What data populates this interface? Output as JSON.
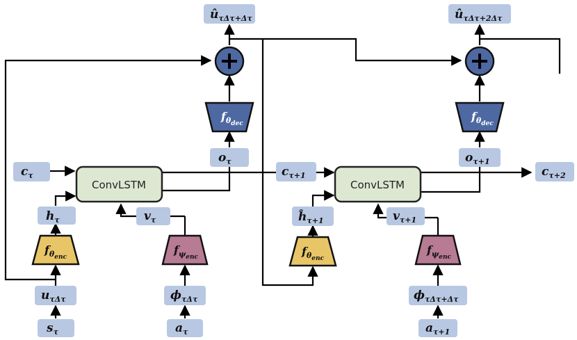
{
  "colors": {
    "label_box": "#b8c8e2",
    "convlstm": "#dde8d3",
    "dec": "#4e69a2",
    "enc_theta": "#e8c667",
    "enc_psi": "#b77b93",
    "plus": "#4e69a2",
    "line": "#000000"
  },
  "blocks": {
    "convlstm_1": "ConvLSTM",
    "convlstm_2": "ConvLSTM"
  },
  "labels": {
    "u_hat_top1": {
      "base": "û",
      "sub": "τΔτ+Δτ"
    },
    "u_hat_top2": {
      "base": "û",
      "sub": "τΔτ+2Δτ"
    },
    "c_tau": {
      "base": "c",
      "sub": "τ"
    },
    "c_tau1": {
      "base": "c",
      "sub": "τ+1"
    },
    "c_tau2": {
      "base": "c",
      "sub": "τ+2"
    },
    "o_tau": {
      "base": "o",
      "sub": "τ"
    },
    "o_tau1": {
      "base": "o",
      "sub": "τ+1"
    },
    "h_tau": {
      "base": "h",
      "sub": "τ"
    },
    "h_hat_tau1": {
      "base": "ĥ",
      "sub": "τ+1"
    },
    "v_tau": {
      "base": "v",
      "sub": "τ"
    },
    "v_tau1": {
      "base": "v",
      "sub": "τ+1"
    },
    "u_tau": {
      "base": "u",
      "sub": "τΔτ"
    },
    "s_tau": {
      "base": "s",
      "sub": "τ"
    },
    "phi_tau": {
      "base": "ϕ",
      "sub": "τΔτ"
    },
    "phi_tau1": {
      "base": "ϕ",
      "sub": "τΔτ+Δτ"
    },
    "a_tau": {
      "base": "a",
      "sub": "τ"
    },
    "a_tau1": {
      "base": "a",
      "sub": "τ+1"
    }
  },
  "modules": {
    "dec1": {
      "base": "f",
      "sub": "θ",
      "subsub": "dec"
    },
    "dec2": {
      "base": "f",
      "sub": "θ",
      "subsub": "dec"
    },
    "enc_theta1": {
      "base": "f",
      "sub": "θ",
      "subsub": "enc"
    },
    "enc_theta2": {
      "base": "f",
      "sub": "θ",
      "subsub": "enc"
    },
    "enc_psi1": {
      "base": "f",
      "sub": "ψ",
      "subsub": "enc"
    },
    "enc_psi2": {
      "base": "f",
      "sub": "ψ",
      "subsub": "enc"
    }
  }
}
